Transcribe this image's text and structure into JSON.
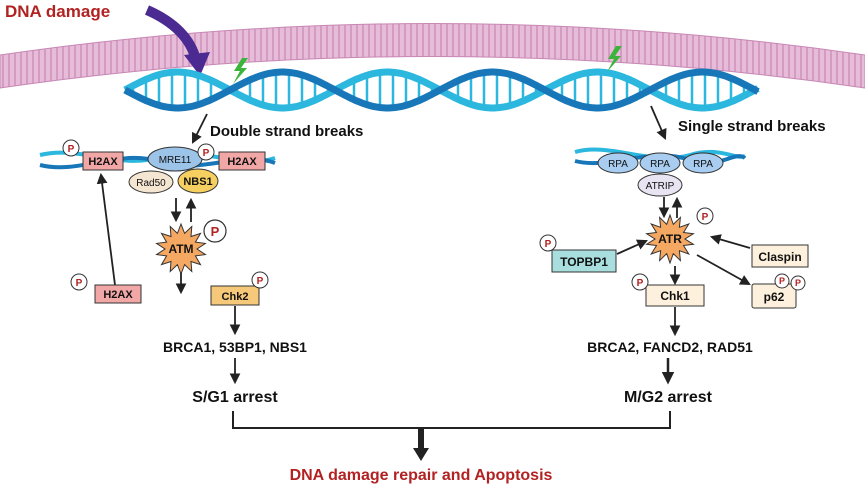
{
  "title": "DNA damage",
  "bottom_text": "DNA damage repair and Apoptosis",
  "phospho_label": "P",
  "left": {
    "break_label": "Double strand breaks",
    "h2ax_top": "H2AX",
    "h2ax_right": "H2AX",
    "h2ax_bottom": "H2AX",
    "mre11": "MRE11",
    "rad50": "Rad50",
    "nbs1": "NBS1",
    "atm": "ATM",
    "chk2": "Chk2",
    "targets": "BRCA1, 53BP1, NBS1",
    "arrest": "S/G1 arrest"
  },
  "right": {
    "break_label": "Single strand breaks",
    "rpa": [
      "RPA",
      "RPA",
      "RPA"
    ],
    "atrip": "ATRIP",
    "atr": "ATR",
    "topbp1": "TOPBP1",
    "claspin": "Claspin",
    "chk1": "Chk1",
    "p62": "p62",
    "targets": "BRCA2, FANCD2, RAD51",
    "arrest": "M/G2 arrest"
  },
  "colors": {
    "title": "#b22222",
    "membrane": "#d79ec4",
    "dna_dark": "#1877b8",
    "dna_light": "#2bb7de",
    "lightning": "#3cb43c",
    "h2ax": "#f2a7a7",
    "mre11": "#9cc4e8",
    "rad50": "#f5e6d2",
    "nbs1": "#f5d060",
    "atm": "#f5a862",
    "chk2": "#f5c87a",
    "atr": "#f5a862",
    "topbp1": "#a8dede",
    "cream": "#fdf0dc",
    "rpa": "#a8cdf0",
    "atrip": "#e8e4f2"
  }
}
